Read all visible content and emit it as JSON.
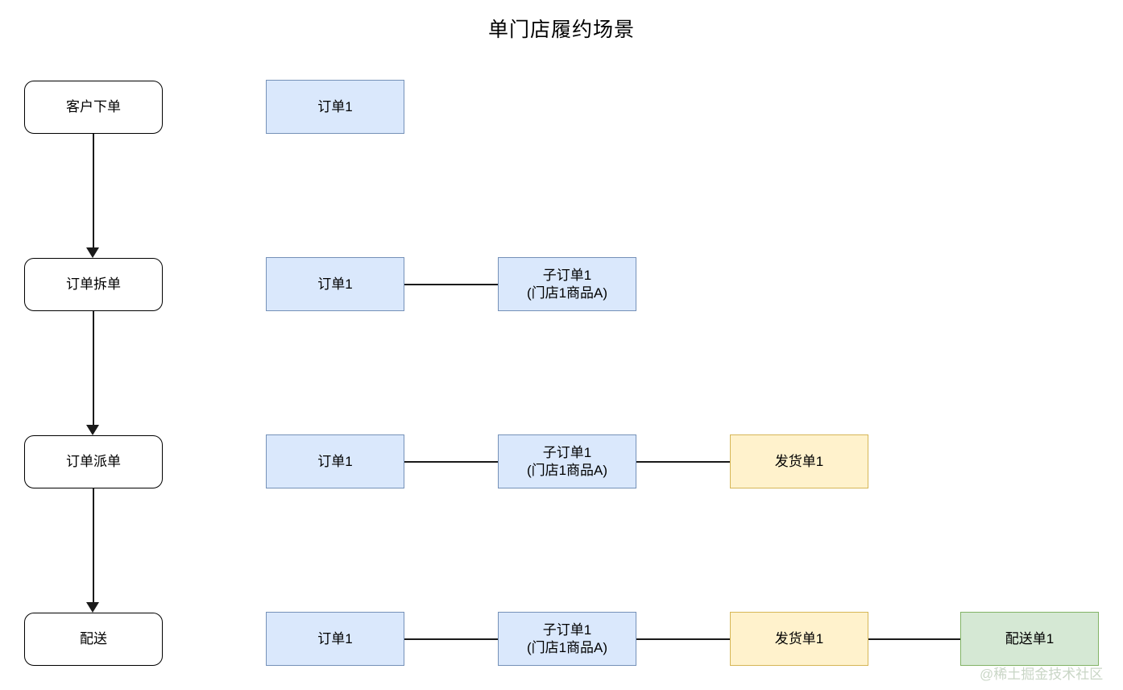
{
  "title": "单门店履约场景",
  "watermark": "@稀土掘金技术社区",
  "colors": {
    "blue_fill": "#dae8fc",
    "blue_stroke": "#7591b8",
    "yellow_fill": "#fff2cc",
    "yellow_stroke": "#d6b656",
    "green_fill": "#d5e8d4",
    "green_stroke": "#82b366",
    "stage_fill": "#ffffff",
    "stage_stroke": "#000000",
    "connector": "#1a1a1a",
    "watermark": "#c9d6c6",
    "background": "#ffffff"
  },
  "stages": [
    {
      "label": "客户下单"
    },
    {
      "label": "订单拆单"
    },
    {
      "label": "订单派单"
    },
    {
      "label": "配送"
    }
  ],
  "rows": [
    {
      "stage": "客户下单",
      "nodes": [
        {
          "label": "订单1",
          "type": "order",
          "color": "blue"
        }
      ]
    },
    {
      "stage": "订单拆单",
      "nodes": [
        {
          "label": "订单1",
          "type": "order",
          "color": "blue"
        },
        {
          "label": "子订单1\n(门店1商品A)",
          "type": "sub-order",
          "color": "blue"
        }
      ]
    },
    {
      "stage": "订单派单",
      "nodes": [
        {
          "label": "订单1",
          "type": "order",
          "color": "blue"
        },
        {
          "label": "子订单1\n(门店1商品A)",
          "type": "sub-order",
          "color": "blue"
        },
        {
          "label": "发货单1",
          "type": "shipment",
          "color": "yellow"
        }
      ]
    },
    {
      "stage": "配送",
      "nodes": [
        {
          "label": "订单1",
          "type": "order",
          "color": "blue"
        },
        {
          "label": "子订单1\n(门店1商品A)",
          "type": "sub-order",
          "color": "blue"
        },
        {
          "label": "发货单1",
          "type": "shipment",
          "color": "yellow"
        },
        {
          "label": "配送单1",
          "type": "delivery",
          "color": "green"
        }
      ]
    }
  ]
}
